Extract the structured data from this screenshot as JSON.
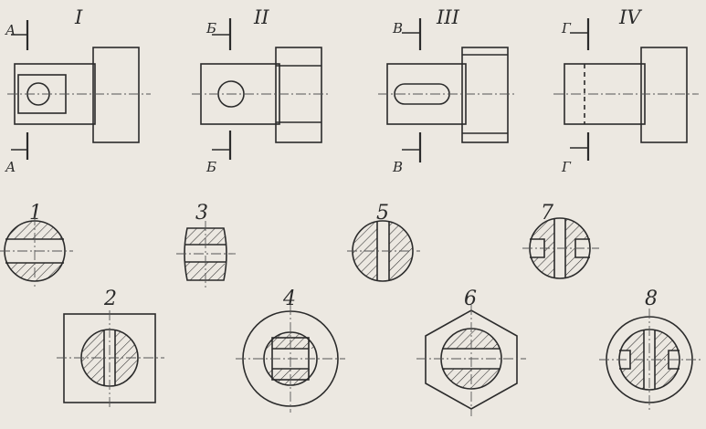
{
  "views": [
    {
      "numeral": "I",
      "section": "А"
    },
    {
      "numeral": "II",
      "section": "Б"
    },
    {
      "numeral": "III",
      "section": "В"
    },
    {
      "numeral": "IV",
      "section": "Г"
    }
  ],
  "section_numbers": [
    "1",
    "2",
    "3",
    "4",
    "5",
    "6",
    "7",
    "8"
  ]
}
